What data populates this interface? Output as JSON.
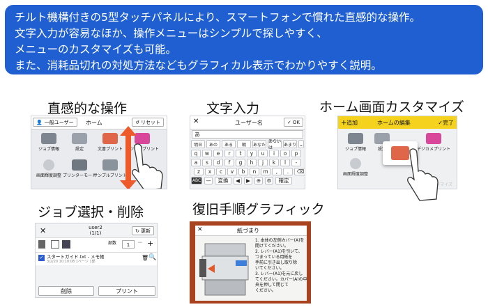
{
  "banner": {
    "lines": [
      "チルト機構付きの5型タッチパネルにより、スマートフォンで慣れた直感的な操作。",
      "文字入力が容易なほか、操作メニューはシンプルで探しやすく、",
      "メニューのカスタマイズも可能。",
      "また、消耗品切れの対処方法などもグラフィカル表示でわかりやすく説明。"
    ]
  },
  "panels": {
    "intuitive": {
      "title": "直感的な操作",
      "user": "一般ユーザー",
      "home": "ホーム",
      "reset": "リセット",
      "tiles": [
        "ジョブ情報",
        "設定",
        "文書プリント",
        "デジカメプリント",
        "画面輝度調整",
        "プリンターモード",
        "サンプルプリント"
      ]
    },
    "text_input": {
      "title": "文字入力",
      "header": "ユーザー名",
      "ok": "OK",
      "value": "あ",
      "suggestions": [
        "明日",
        "あの",
        "ある",
        "朝",
        "あなた",
        "あらいは",
        "あまり"
      ],
      "rows": [
        [
          "q",
          "w",
          "e",
          "r",
          "t",
          "y",
          "u",
          "i",
          "o",
          "p"
        ],
        [
          "a",
          "s",
          "d",
          "f",
          "g",
          "h",
          "j",
          "k",
          "l",
          "-"
        ],
        [
          "z",
          "x",
          "c",
          "v",
          "b",
          "n",
          "m",
          ",",
          "."
        ]
      ],
      "special_key": "ABC",
      "convert": "変換",
      "confirm": "確定"
    },
    "home_custom": {
      "title": "ホーム画面カスタマイズ",
      "add": "追加",
      "edit_title": "ホームの編集",
      "done": "完了",
      "tiles": [
        "ジョブ情報",
        "設定",
        "デジカメプリント",
        "画面輝度調整"
      ],
      "watermark": "カスタマイズ"
    },
    "job": {
      "title": "ジョブ選択・削除",
      "user": "user2",
      "page": "(1/1)",
      "update": "更新",
      "copies_label": "部数",
      "copies": "1",
      "item_name": "スタートガイド.txt - メモ帳",
      "item_meta": "3/2/20 10:10:08  1ページ 1部",
      "delete": "削除",
      "print": "プリント"
    },
    "recovery": {
      "title": "復旧手順グラフィック",
      "header": "紙づまり",
      "steps": [
        "1. 本体の左側カバー(A)を",
        "開けてください。",
        "2. レバー(A1)を引いて、",
        "つまっている用紙を",
        "手前に引き出し取り除",
        "いてください。",
        "3. レバー(A1)を元に戻し",
        "てください。カバー(A)の中",
        "央を押して閉じて",
        "ください。"
      ]
    }
  },
  "colors": {
    "banner": "#1f5fd1",
    "accent_yellow": "#f4d21e",
    "photo_frame": "#a8421f"
  }
}
